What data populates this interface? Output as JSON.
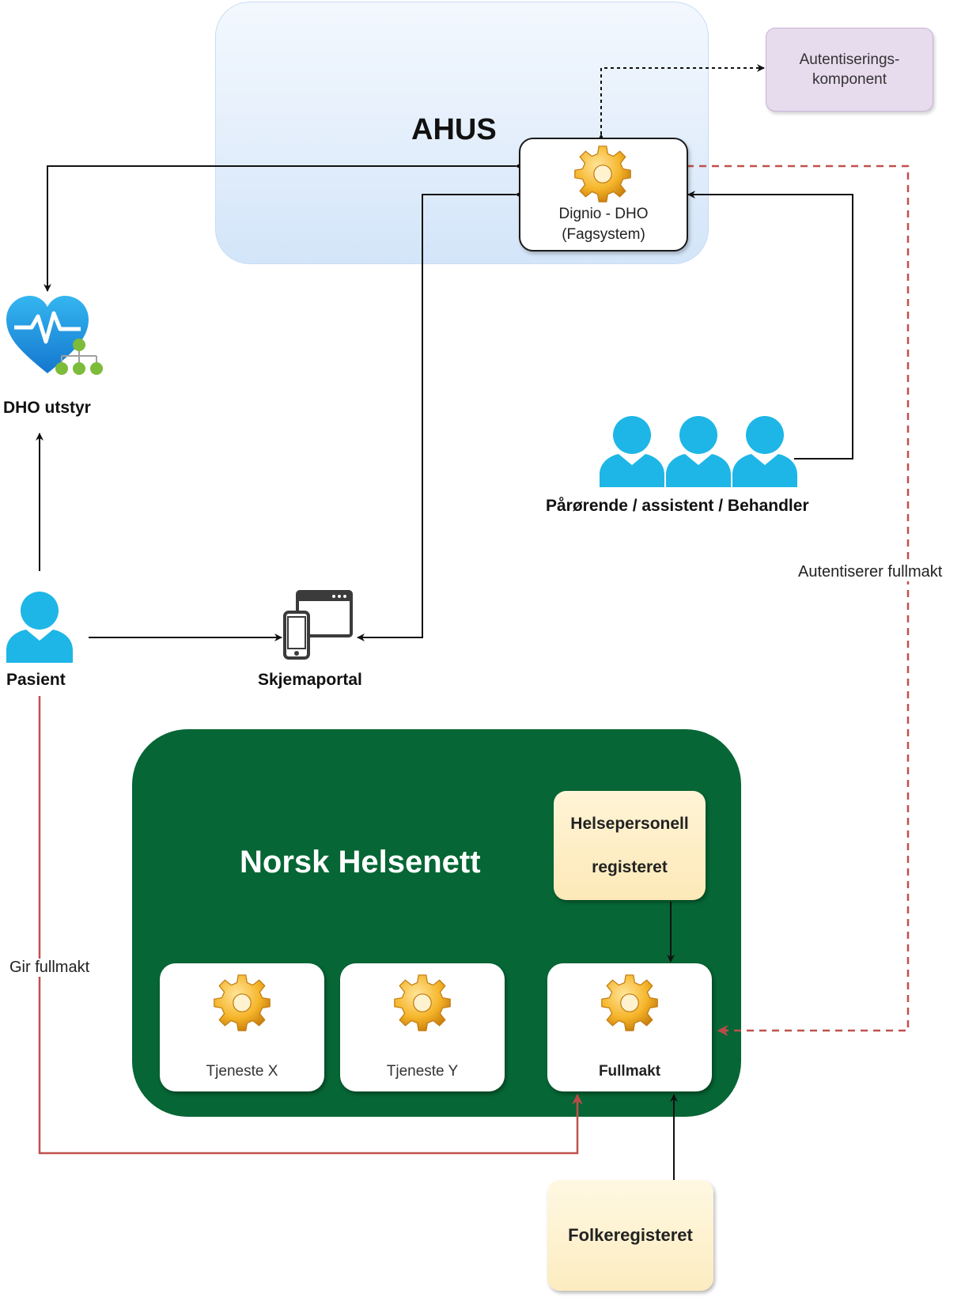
{
  "zones": {
    "ahus": {
      "title": "AHUS"
    },
    "nhn": {
      "title": "Norsk Helsenett"
    }
  },
  "nodes": {
    "auth": {
      "label": "Autentiserings-\nkomponent"
    },
    "dignio": {
      "label": "Dignio - DHO\n(Fagsystem)",
      "icon": "gear-icon"
    },
    "dho_equipment": {
      "label": "DHO utstyr",
      "icon": "heart-monitor-icon"
    },
    "relatives": {
      "label": "Pårørende / assistent / Behandler",
      "icon": "users-icon"
    },
    "patient": {
      "label": "Pasient",
      "icon": "user-icon"
    },
    "form_portal": {
      "label": "Skjemaportal",
      "icon": "browser-mobile-icon"
    },
    "service_x": {
      "label": "Tjeneste X",
      "icon": "gear-icon"
    },
    "service_y": {
      "label": "Tjeneste Y",
      "icon": "gear-icon"
    },
    "fullmakt": {
      "label": "Fullmakt",
      "icon": "gear-icon"
    },
    "hpr": {
      "label": "Helsepersonell\nregisteret"
    },
    "folkeregister": {
      "label": "Folkeregisteret"
    }
  },
  "edges": {
    "authenticates_proxy": {
      "label": "Autentiserer fullmakt"
    },
    "gives_proxy": {
      "label": "Gir fullmakt"
    }
  },
  "colors": {
    "ahus_zone": "#dbe9fa",
    "nhn_zone": "#066635",
    "person_icon": "#1eb6e6",
    "proxy_line": "#c0504d",
    "auth_box": "#e7dbee",
    "registry_box": "#fde9b8"
  }
}
